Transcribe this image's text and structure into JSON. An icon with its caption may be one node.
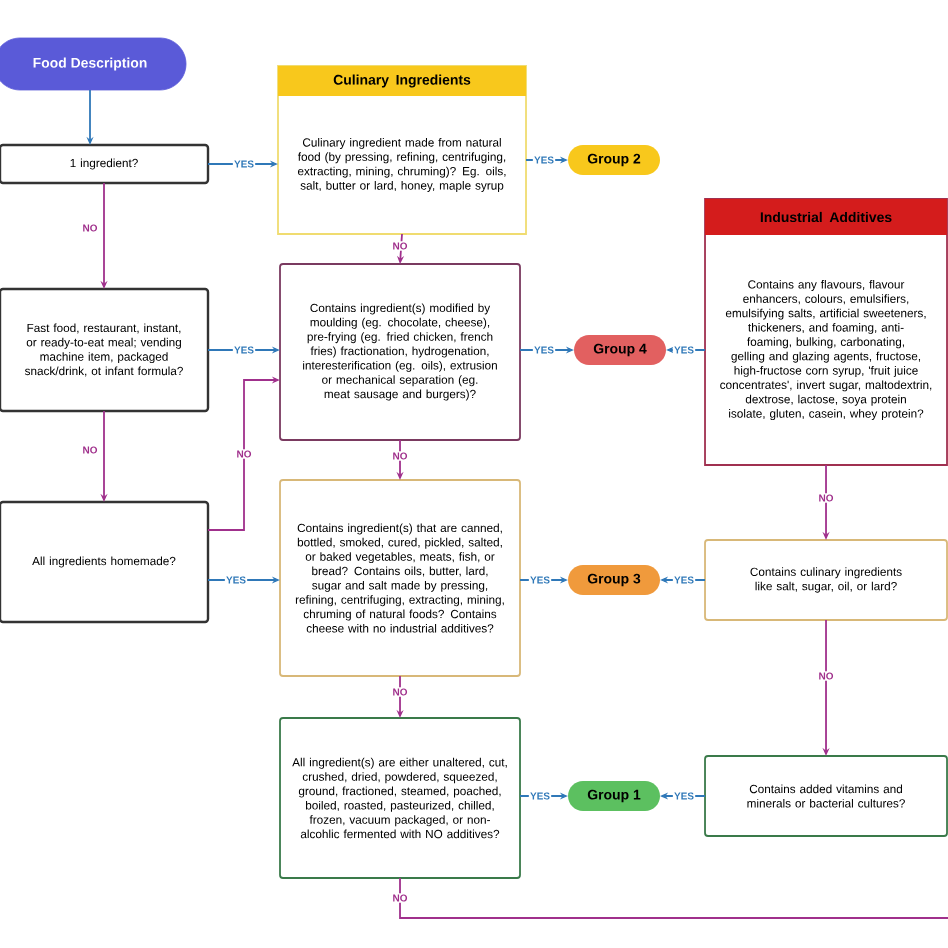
{
  "diagram": {
    "nodes": [
      {
        "text": [
          "Food Description"
        ]
      },
      {
        "text": [
          "1 ingredient?"
        ]
      },
      {
        "text": [
          "Culinary Ingredients",
          "Culinary ingredient made from natural food (by pressing, refining, centrifuging, extracting, mining, chruming)? Eg. oils, salt, butter or lard, honey, maple syrup"
        ]
      },
      {
        "text": [
          "Group 2"
        ]
      },
      {
        "text": [
          "Industrial Additives",
          "Contains any flavours, flavour enhancers, colours, emulsifiers, emulsifying salts, artificial sweeteners, thickeners, and foaming, anti-foaming, bulking, carbonating, gelling and glazing agents, fructose, high-fructose corn syrup, 'fruit juice concentrates', invert sugar, maltodextrin, dextrose, lactose, soya protein isolate, gluten, casein, whey protein?"
        ]
      },
      {
        "text": [
          "Fast food, restaurant, instant, or ready-to-eat meal; vending machine item, packaged snack/drink, ot infant formula?"
        ]
      },
      {
        "text": [
          "Contains ingredient(s) modified by moulding (eg. chocolate, cheese), pre-frying (eg. fried chicken, french fries) fractionation, hydrogenation, interesterification (eg. oils), extrusion or mechanical separation (eg. meat sausage and burgers)?"
        ]
      },
      {
        "text": [
          "Group 4"
        ]
      },
      {
        "text": [
          "All ingredients homemade?"
        ]
      },
      {
        "text": [
          "Contains ingredient(s) that are canned, bottled, smoked, cured, pickled, salted, or baked vegetables, meats, fish, or bread? Contains oils, butter, lard, sugar and salt made by pressing, refining, centrifuging, extracting, mining, chruming of natural foods? Contains cheese with no industrial additives?"
        ]
      },
      {
        "text": [
          "Group 3"
        ]
      },
      {
        "text": [
          "Contains culinary ingredients like salt, sugar, oil, or lard?"
        ]
      },
      {
        "text": [
          "All ingredient(s) are either unaltered, cut, crushed, dried, powdered, squeezed, ground, fractioned, steamed, poached, boiled, roasted, pasteurized, chilled, frozen, vacuum packaged, or non-alcohlic fermented with NO additives?"
        ]
      },
      {
        "text": [
          "Group 1"
        ]
      },
      {
        "text": [
          "Contains added vitamins and minerals or bacterial cultures?"
        ]
      }
    ],
    "edges": [
      {
        "from": 0,
        "to": 1,
        "arrow": "to",
        "color": "#2f78b8"
      },
      {
        "from": 1,
        "to": 2,
        "arrow": "to",
        "label": "YES",
        "color": "#2f78b8"
      },
      {
        "from": 1,
        "to": 5,
        "arrow": "to",
        "label": "NO",
        "color": "#a0308c"
      },
      {
        "from": 2,
        "to": 3,
        "arrow": "to",
        "label": "YES",
        "color": "#2f78b8"
      },
      {
        "from": 2,
        "to": 6,
        "arrow": "to",
        "label": "NO",
        "color": "#a0308c"
      },
      {
        "from": 5,
        "to": 6,
        "arrow": "to",
        "label": "YES",
        "color": "#2f78b8"
      },
      {
        "from": 5,
        "to": 8,
        "arrow": "to",
        "label": "NO",
        "color": "#a0308c"
      },
      {
        "from": 8,
        "to": 6,
        "arrow": "to",
        "label": "NO",
        "color": "#a0308c"
      },
      {
        "from": 8,
        "to": 9,
        "arrow": "to",
        "label": "YES",
        "color": "#2f78b8"
      },
      {
        "from": 6,
        "to": 7,
        "arrow": "to",
        "label": "YES",
        "color": "#2f78b8"
      },
      {
        "from": 6,
        "to": 9,
        "arrow": "to",
        "label": "NO",
        "color": "#a0308c"
      },
      {
        "from": 4,
        "to": 7,
        "arrow": "to",
        "label": "YES",
        "color": "#2f78b8"
      },
      {
        "from": 4,
        "to": 11,
        "arrow": "to",
        "label": "NO",
        "color": "#a0308c"
      },
      {
        "from": 9,
        "to": 10,
        "arrow": "to",
        "label": "YES",
        "color": "#2f78b8"
      },
      {
        "from": 11,
        "to": 10,
        "arrow": "to",
        "label": "YES",
        "color": "#2f78b8"
      },
      {
        "from": 9,
        "to": 12,
        "arrow": "to",
        "label": "NO",
        "color": "#a0308c"
      },
      {
        "from": 11,
        "to": 14,
        "arrow": "to",
        "label": "NO",
        "color": "#a0308c"
      },
      {
        "from": 12,
        "to": 13,
        "arrow": "to",
        "label": "YES",
        "color": "#2f78b8"
      },
      {
        "from": 14,
        "to": 13,
        "arrow": "to",
        "label": "YES",
        "color": "#2f78b8"
      },
      {
        "from": 12,
        "to": null,
        "arrow": "none",
        "label": "NO",
        "color": "#a0308c"
      }
    ]
  }
}
